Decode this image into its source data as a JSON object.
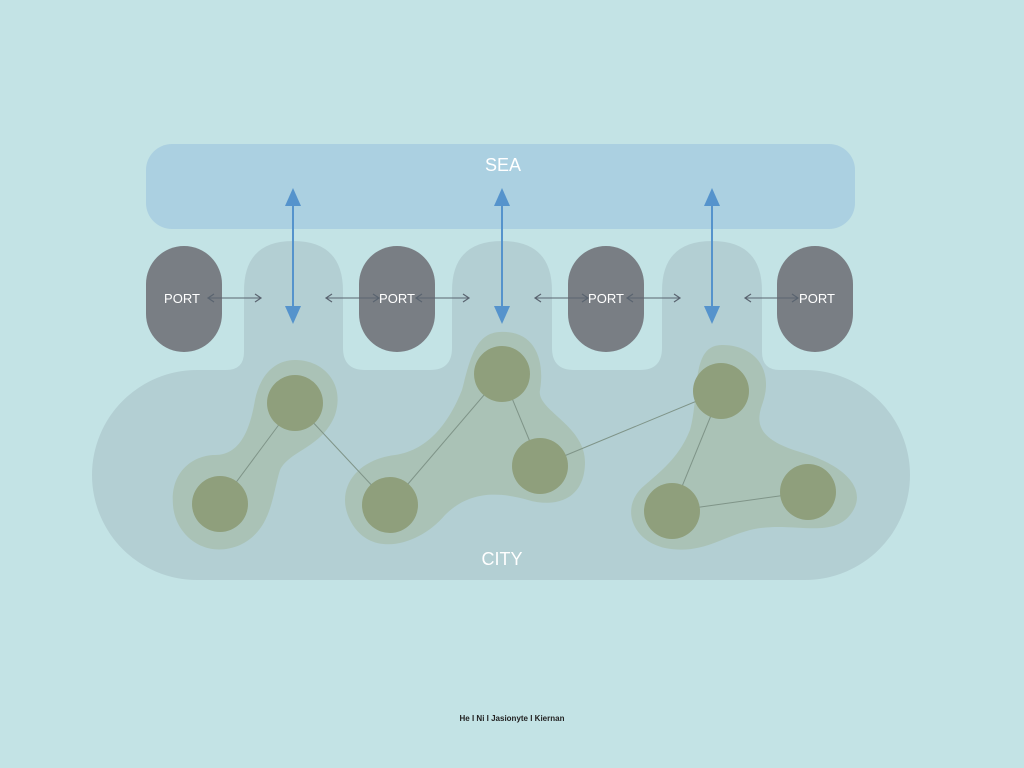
{
  "diagram": {
    "sea_label": "SEA",
    "city_label": "CITY",
    "port_label": "PORT"
  },
  "credits": "He I Ni I Jasionyte I Kiernan",
  "colors": {
    "background": "#c3e3e5",
    "sea": "#abd0e1",
    "city": "#b3cfd3",
    "port": "#797e84",
    "cluster_halo": "#a8bfb0",
    "node": "#8f9f7c",
    "sea_arrow": "#5593cc",
    "port_arrow": "#5a6470",
    "link": "#7f9488"
  }
}
